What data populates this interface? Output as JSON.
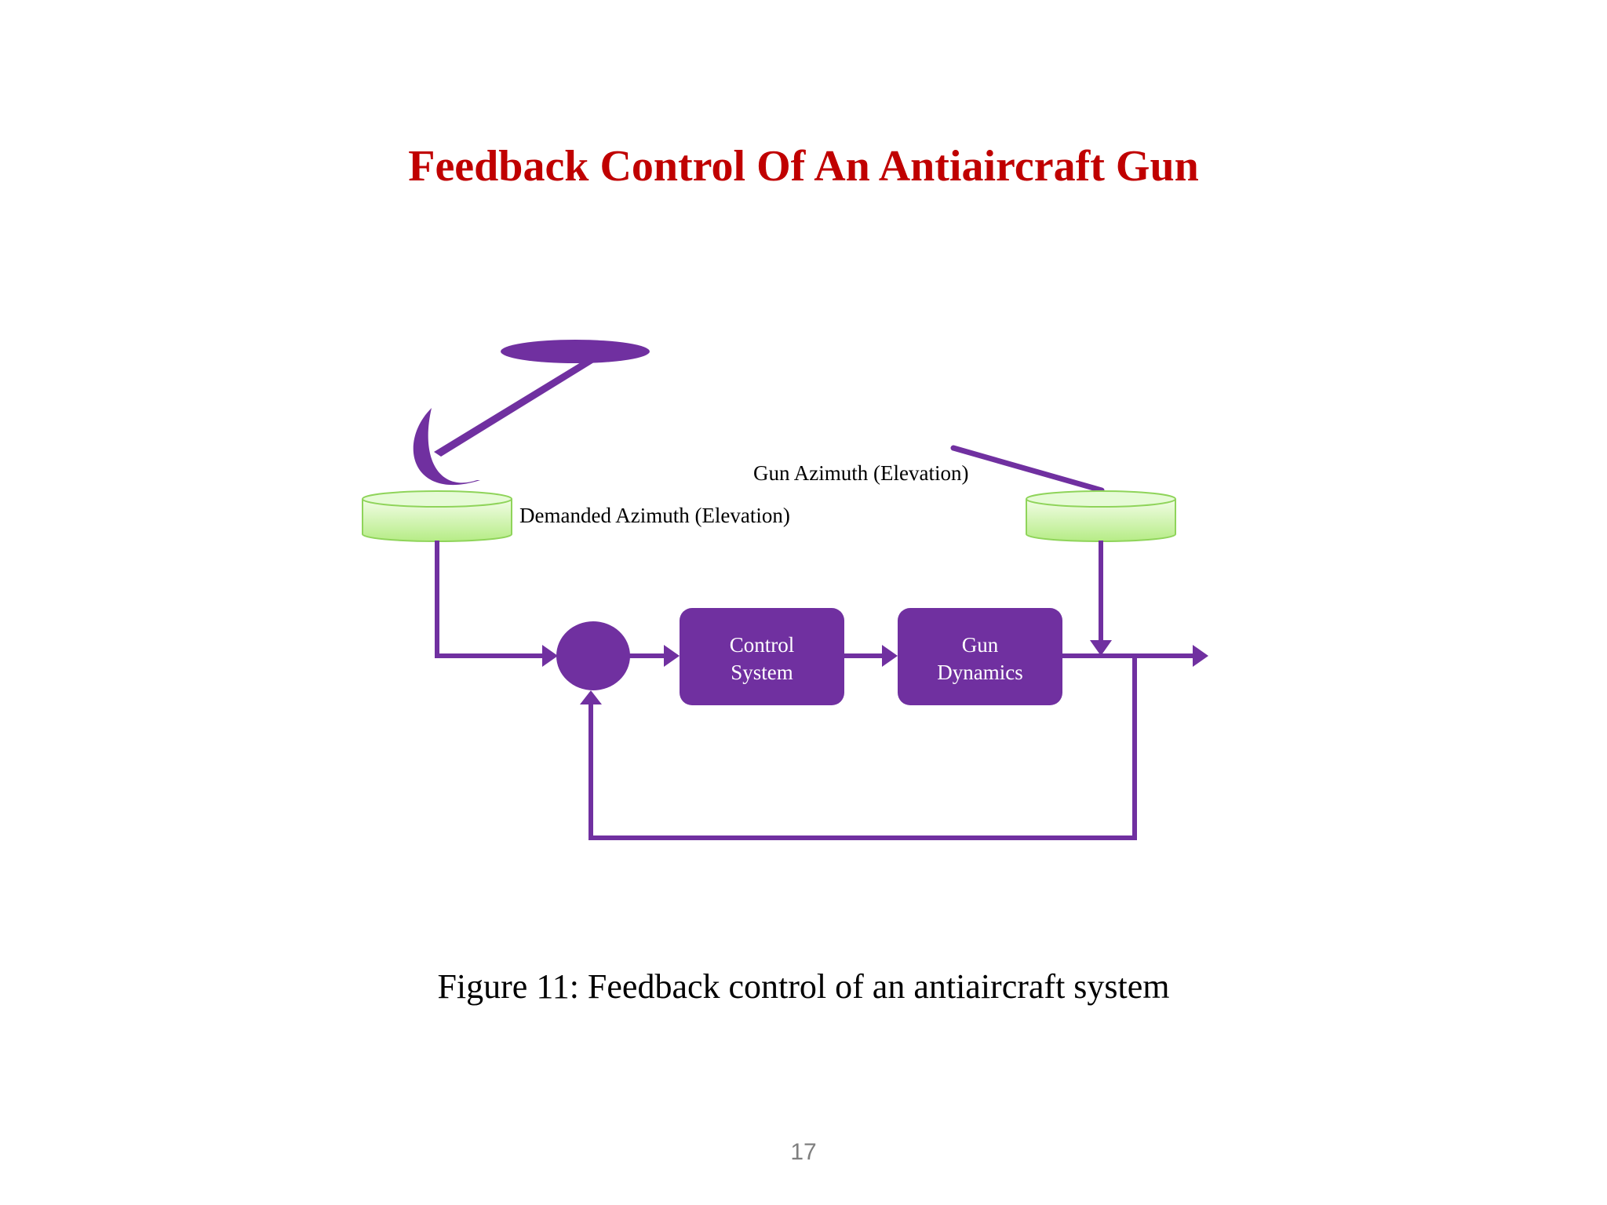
{
  "slide": {
    "title": "Feedback Control Of An Antiaircraft Gun",
    "caption": "Figure 11:  Feedback control of an antiaircraft system",
    "page_number": "17"
  },
  "diagram": {
    "labels": {
      "demanded": "Demanded Azimuth (Elevation)",
      "gun_azimuth": "Gun Azimuth (Elevation)"
    },
    "blocks": {
      "control_line1": "Control",
      "control_line2": "System",
      "gun_line1": "Gun",
      "gun_line2": "Dynamics"
    }
  },
  "colors": {
    "title": "#C00000",
    "purple": "#7030A0",
    "base_fill": "#c6f0a0",
    "base_stroke": "#8fd45a",
    "page_number": "#7f7f7f"
  }
}
